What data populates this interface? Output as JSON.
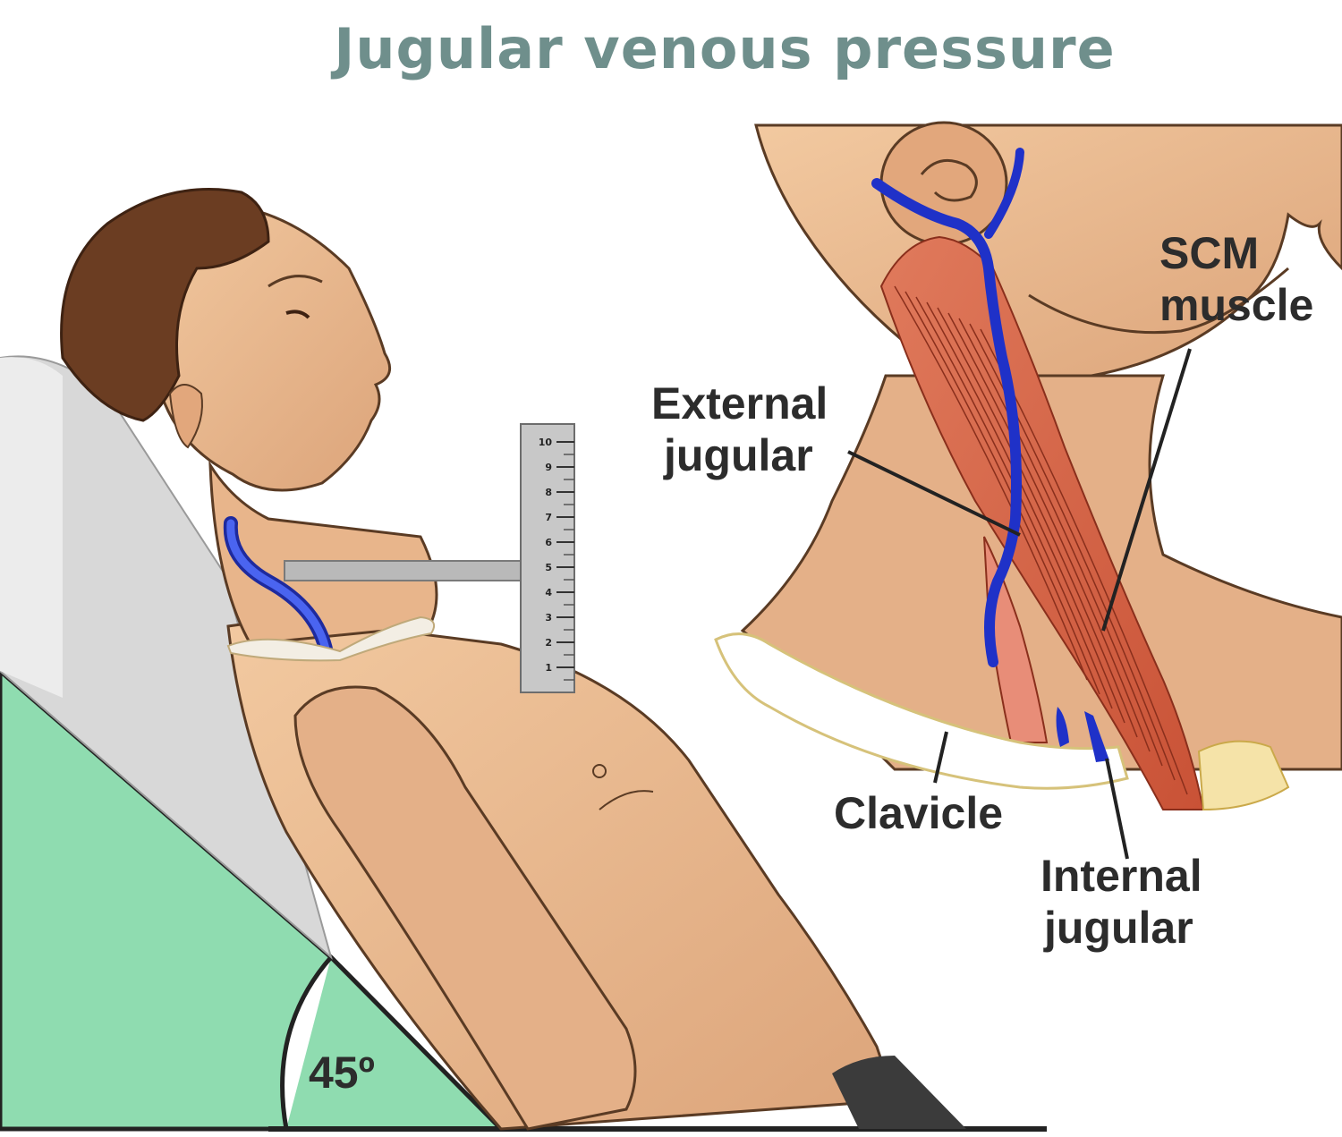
{
  "title": "Jugular venous pressure",
  "labels": {
    "external_jugular": [
      "External",
      "jugular"
    ],
    "scm_muscle": [
      "SCM",
      "muscle"
    ],
    "clavicle": "Clavicle",
    "internal_jugular": [
      "Internal",
      "jugular"
    ],
    "angle": "45º"
  },
  "ruler": {
    "ticks": [
      "10",
      "9",
      "8",
      "7",
      "6",
      "5",
      "4",
      "3",
      "2",
      "1"
    ]
  },
  "colors": {
    "title": "#6f8f8c",
    "skin": "#e9b98c",
    "vein": "#2b3fd6",
    "muscle": "#d9694e",
    "wedge": "#8fdcb0",
    "pillow": "#d6d6d6"
  }
}
